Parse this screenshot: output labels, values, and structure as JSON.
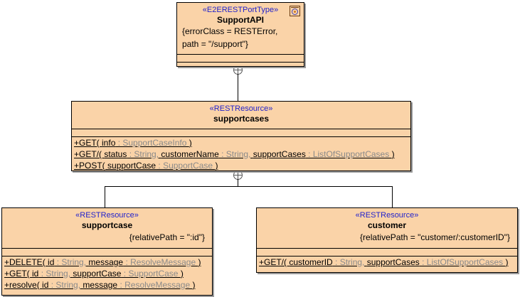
{
  "diagram": {
    "type": "uml-class-diagram",
    "background": "#ffffff",
    "box_fill": "#fad3a8",
    "box_border": "#000000",
    "stereotype_color": "#2222cc",
    "type_text_color": "#8a8a8a"
  },
  "nodes": {
    "support_api": {
      "stereotype": "«E2ERESTPortType»",
      "name": "SupportAPI",
      "properties_line1": "{errorClass = RESTError,",
      "properties_line2": "path = \"/support\"}",
      "icon": "port-type-icon"
    },
    "supportcases": {
      "stereotype": "«RESTResource»",
      "name": "supportcases",
      "operations": [
        {
          "full": "+GET( info : SupportCaseInfo )",
          "parts": [
            {
              "text": "+GET( ",
              "kind": "ident"
            },
            {
              "text": "info",
              "kind": "ident"
            },
            {
              "text": " : SupportCaseInfo ",
              "kind": "type"
            },
            {
              "text": ")",
              "kind": "ident"
            }
          ]
        },
        {
          "full": "+GET/( status : String, customerName : String, supportCases : ListOfSupportCases )",
          "parts": [
            {
              "text": "+GET/( ",
              "kind": "ident"
            },
            {
              "text": "status",
              "kind": "ident"
            },
            {
              "text": " : String, ",
              "kind": "type"
            },
            {
              "text": "customerName",
              "kind": "ident"
            },
            {
              "text": " : String, ",
              "kind": "type"
            },
            {
              "text": "supportCases",
              "kind": "ident"
            },
            {
              "text": " : ListOfSupportCases ",
              "kind": "type"
            },
            {
              "text": ")",
              "kind": "ident"
            }
          ]
        },
        {
          "full": "+POST( supportCase : SupportCase )",
          "parts": [
            {
              "text": "+POST( ",
              "kind": "ident"
            },
            {
              "text": "supportCase",
              "kind": "ident"
            },
            {
              "text": " : SupportCase ",
              "kind": "type"
            },
            {
              "text": ")",
              "kind": "ident"
            }
          ]
        }
      ]
    },
    "supportcase": {
      "stereotype": "«RESTResource»",
      "name": "supportcase",
      "properties": "{relativePath = \":id\"}",
      "operations": [
        {
          "full": "+DELETE( id : String, message : ResolveMessage )",
          "parts": [
            {
              "text": "+DELETE( ",
              "kind": "ident"
            },
            {
              "text": "id",
              "kind": "ident"
            },
            {
              "text": " : String, ",
              "kind": "type"
            },
            {
              "text": "message",
              "kind": "ident"
            },
            {
              "text": " : ResolveMessage ",
              "kind": "type"
            },
            {
              "text": ")",
              "kind": "ident"
            }
          ]
        },
        {
          "full": "+GET( id : String, supportCase : SupportCase )",
          "parts": [
            {
              "text": "+GET( ",
              "kind": "ident"
            },
            {
              "text": "id",
              "kind": "ident"
            },
            {
              "text": " : String, ",
              "kind": "type"
            },
            {
              "text": "supportCase",
              "kind": "ident"
            },
            {
              "text": " : SupportCase ",
              "kind": "type"
            },
            {
              "text": ")",
              "kind": "ident"
            }
          ]
        },
        {
          "full": "+resolve( id : String, message : ResolveMessage )",
          "parts": [
            {
              "text": "+resolve( ",
              "kind": "ident"
            },
            {
              "text": "id",
              "kind": "ident"
            },
            {
              "text": " : String, ",
              "kind": "type"
            },
            {
              "text": "message",
              "kind": "ident"
            },
            {
              "text": " : ResolveMessage ",
              "kind": "type"
            },
            {
              "text": ")",
              "kind": "ident"
            }
          ]
        }
      ]
    },
    "customer": {
      "stereotype": "«RESTResource»",
      "name": "customer",
      "properties": "{relativePath = \"customer/:customerID\"}",
      "operations": [
        {
          "full": "+GET/( customerID : String, supportCases : ListOfSupportCases )",
          "parts": [
            {
              "text": "+GET/( ",
              "kind": "ident"
            },
            {
              "text": "customerID",
              "kind": "ident"
            },
            {
              "text": " : String, ",
              "kind": "type"
            },
            {
              "text": "supportCases",
              "kind": "ident"
            },
            {
              "text": " : ListOfSupportCases ",
              "kind": "type"
            },
            {
              "text": ")",
              "kind": "ident"
            }
          ]
        }
      ]
    }
  },
  "connectors": [
    {
      "name": "nesting-support-api-to-supportcases",
      "kind": "containment",
      "from": "support_api",
      "to": "supportcases"
    },
    {
      "name": "nesting-supportcases-to-children",
      "kind": "containment",
      "from": "supportcases",
      "to": [
        "supportcase",
        "customer"
      ]
    }
  ]
}
